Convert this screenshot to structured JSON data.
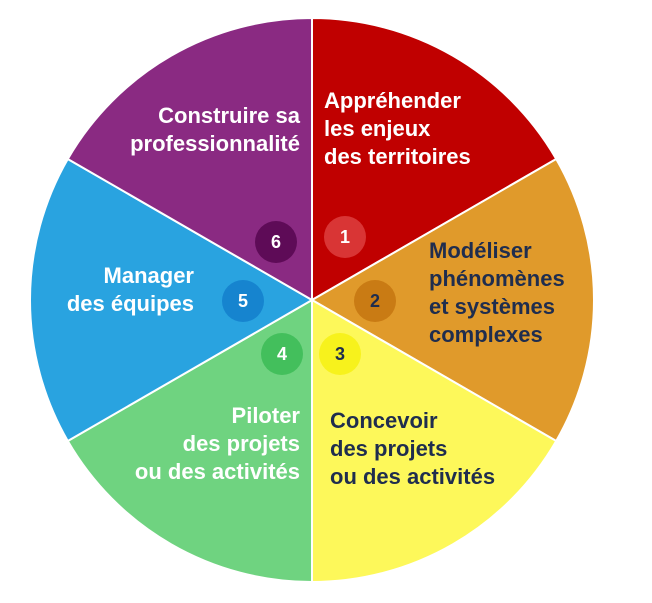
{
  "segments": [
    {
      "number": "1",
      "lines": [
        "Appréhender",
        "les enjeux",
        "des territoires"
      ],
      "fill": "#c00000",
      "text_color": "#ffffff",
      "badge_fill": "#d93535",
      "badge_text": "#ffffff"
    },
    {
      "number": "2",
      "lines": [
        "Modéliser",
        "phénomènes",
        "et systèmes",
        "complexes"
      ],
      "fill": "#e09a2b",
      "text_color": "#1f2d4e",
      "badge_fill": "#c97b14",
      "badge_text": "#1f2d4e"
    },
    {
      "number": "3",
      "lines": [
        "Concevoir",
        "des projets",
        "ou des activités"
      ],
      "fill": "#fdf85a",
      "text_color": "#1f2d4e",
      "badge_fill": "#f7f21c",
      "badge_text": "#1f2d4e"
    },
    {
      "number": "4",
      "lines": [
        "Piloter",
        "des projets",
        "ou des activités"
      ],
      "fill": "#6fd380",
      "text_color": "#ffffff",
      "badge_fill": "#43bf5c",
      "badge_text": "#ffffff"
    },
    {
      "number": "5",
      "lines": [
        "Manager",
        "des équipes"
      ],
      "fill": "#29a3e0",
      "text_color": "#ffffff",
      "badge_fill": "#1684cf",
      "badge_text": "#ffffff"
    },
    {
      "number": "6",
      "lines": [
        "Construire sa",
        "professionnalité"
      ],
      "fill": "#8a2a82",
      "text_color": "#ffffff",
      "badge_fill": "#5e0b57",
      "badge_text": "#ffffff"
    }
  ]
}
